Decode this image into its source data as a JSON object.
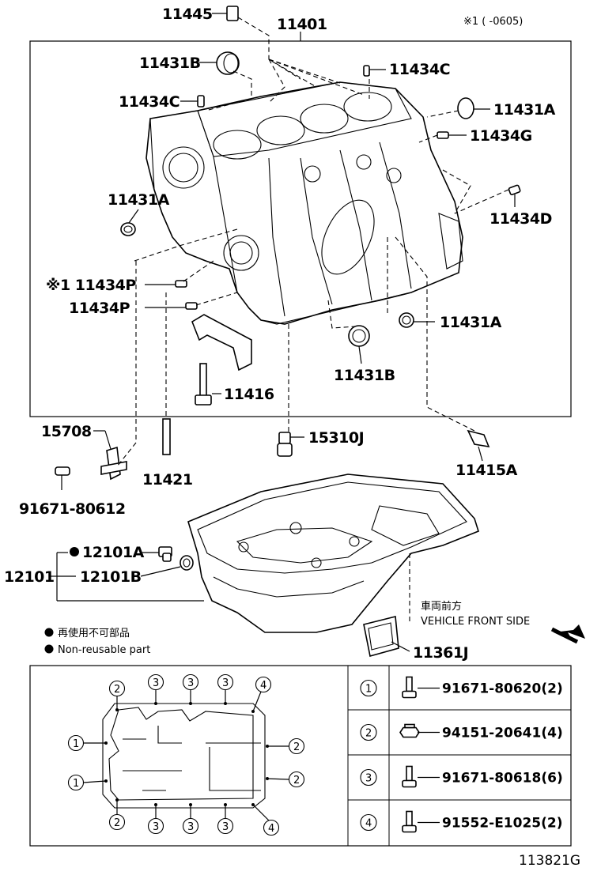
{
  "diagram": {
    "footnote_mark": "※1 (      -0605)",
    "figure_id": "113821G",
    "legend_jp": "再使用不可部品",
    "legend_en": "Non-reusable part",
    "vehicle_front_jp": "車両前方",
    "vehicle_front_en": "VEHICLE FRONT SIDE",
    "parts": {
      "p11445": "11445",
      "p11401": "11401",
      "p11431B_top": "11431B",
      "p11434C_right": "11434C",
      "p11434C_left": "11434C",
      "p11431A_right": "11431A",
      "p11434G": "11434G",
      "p11431A_left": "11431A",
      "p11434D": "11434D",
      "p11434P_1": "※1 11434P",
      "p11434P_2": "11434P",
      "p11431A_bottom": "11431A",
      "p11431B_bottom": "11431B",
      "p11416": "11416",
      "p15708": "15708",
      "p15310J": "15310J",
      "p11421": "11421",
      "p11415A": "11415A",
      "p91671_80612": "91671-80612",
      "p12101A": "12101A",
      "p12101B": "12101B",
      "p12101": "12101",
      "p11361J": "11361J"
    },
    "bolt_table": [
      {
        "num": "1",
        "part": "91671-80620(2)",
        "icon": "flange-bolt-icon"
      },
      {
        "num": "2",
        "part": "94151-20641(4)",
        "icon": "flange-nut-icon"
      },
      {
        "num": "3",
        "part": "91671-80618(6)",
        "icon": "flange-bolt-icon"
      },
      {
        "num": "4",
        "part": "91552-E1025(2)",
        "icon": "flange-bolt-icon"
      }
    ],
    "callouts": {
      "c1": "1",
      "c2": "2",
      "c3": "3",
      "c4": "4"
    }
  }
}
